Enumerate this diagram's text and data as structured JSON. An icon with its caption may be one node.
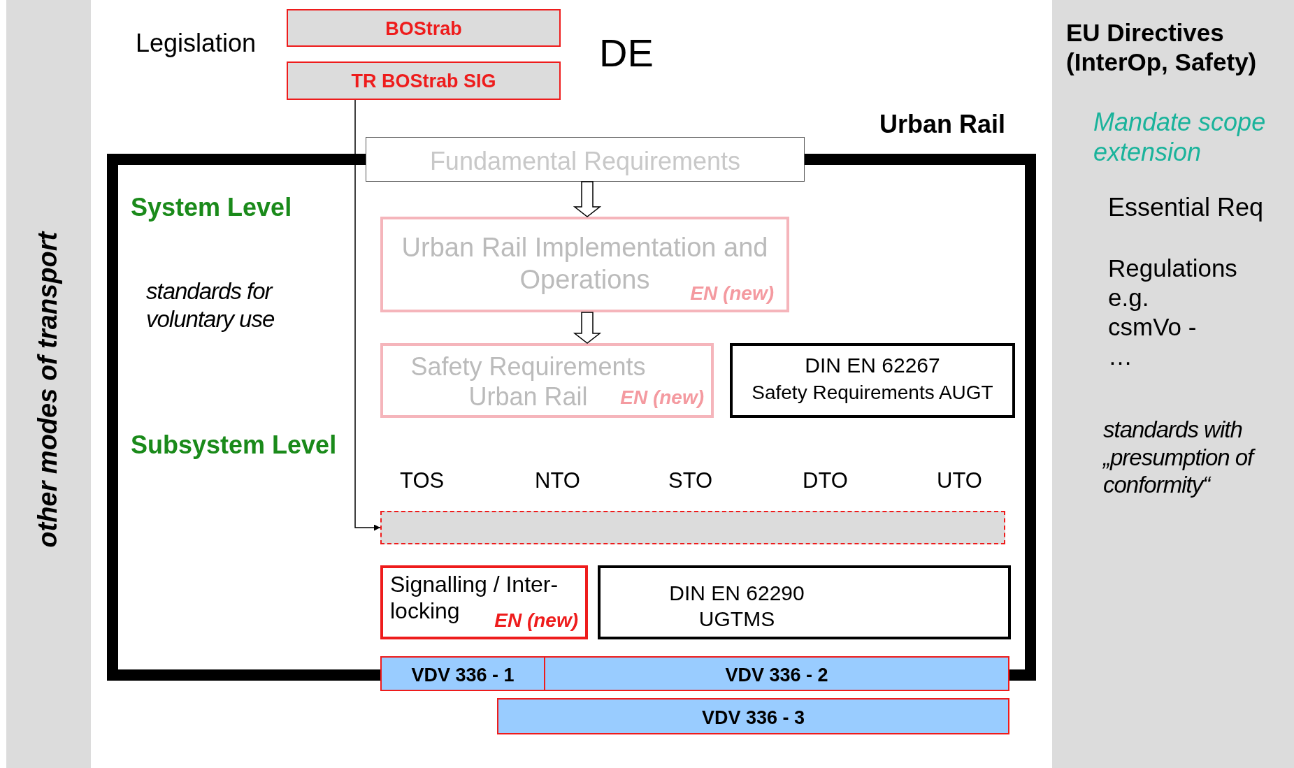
{
  "diagram": {
    "nodes": [
      {
        "text": [
          "other modes of transport"
        ]
      },
      {
        "text": [
          "BOStrab"
        ]
      },
      {
        "text": [
          "TR BOStrab SIG"
        ]
      },
      {
        "text": [
          "EU Directives (InterOp, Safety)",
          "Mandate scope extension",
          "Essential Req",
          "Regulations e.g. csmVo - …",
          "standards with „presumption of conformity“"
        ]
      },
      {
        "text": [
          "Urban Rail"
        ]
      },
      {
        "text": [
          "Fundamental Requirements"
        ]
      },
      {
        "text": [
          "Urban Rail Implementation and Operations",
          "EN (new)"
        ],
        "in": 4
      },
      {
        "text": [
          "Safety Requirements Urban Rail",
          "EN (new)"
        ],
        "in": 4
      },
      {
        "text": [
          "DIN EN 62267",
          "Safety Requirements AUGT"
        ],
        "in": 4
      },
      {
        "text": [],
        "shape": "box",
        "in": 4
      },
      {
        "text": [
          "Signalling / Inter- locking",
          "EN (new)"
        ],
        "in": 4
      },
      {
        "text": [
          "DIN EN 62290",
          "UGTMS"
        ],
        "in": 4
      },
      {
        "text": [
          "VDV 336 - 1"
        ]
      },
      {
        "text": [
          "VDV 336 - 2"
        ]
      },
      {
        "text": [
          "VDV 336 - 3"
        ]
      }
    ],
    "edges": [
      {
        "from": 5,
        "to": 6,
        "arrow": "to"
      },
      {
        "from": 6,
        "to": 7,
        "arrow": "to"
      },
      {
        "from": 2,
        "to": 9,
        "arrow": "to"
      }
    ],
    "labels": [
      "Legislation",
      "DE",
      "System Level",
      "standards for voluntary use",
      "Subsystem Level",
      "TOS",
      "NTO",
      "STO",
      "DTO",
      "UTO"
    ]
  }
}
